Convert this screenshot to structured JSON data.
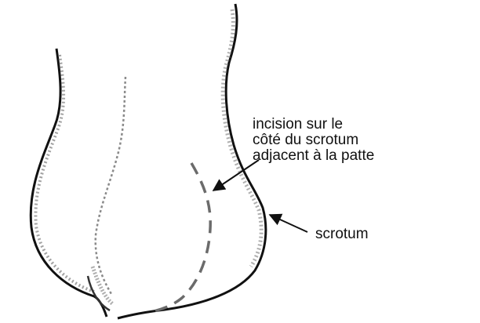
{
  "labels": {
    "incision": {
      "line1": "incision sur le",
      "line2": "côté du scrotum",
      "line3": "adjacent à la patte"
    },
    "scrotum": "scrotum"
  },
  "colors": {
    "ink": "#111111",
    "shade": "#7a7a7a",
    "dashes": "#6b6b6b",
    "background": "#ffffff"
  }
}
